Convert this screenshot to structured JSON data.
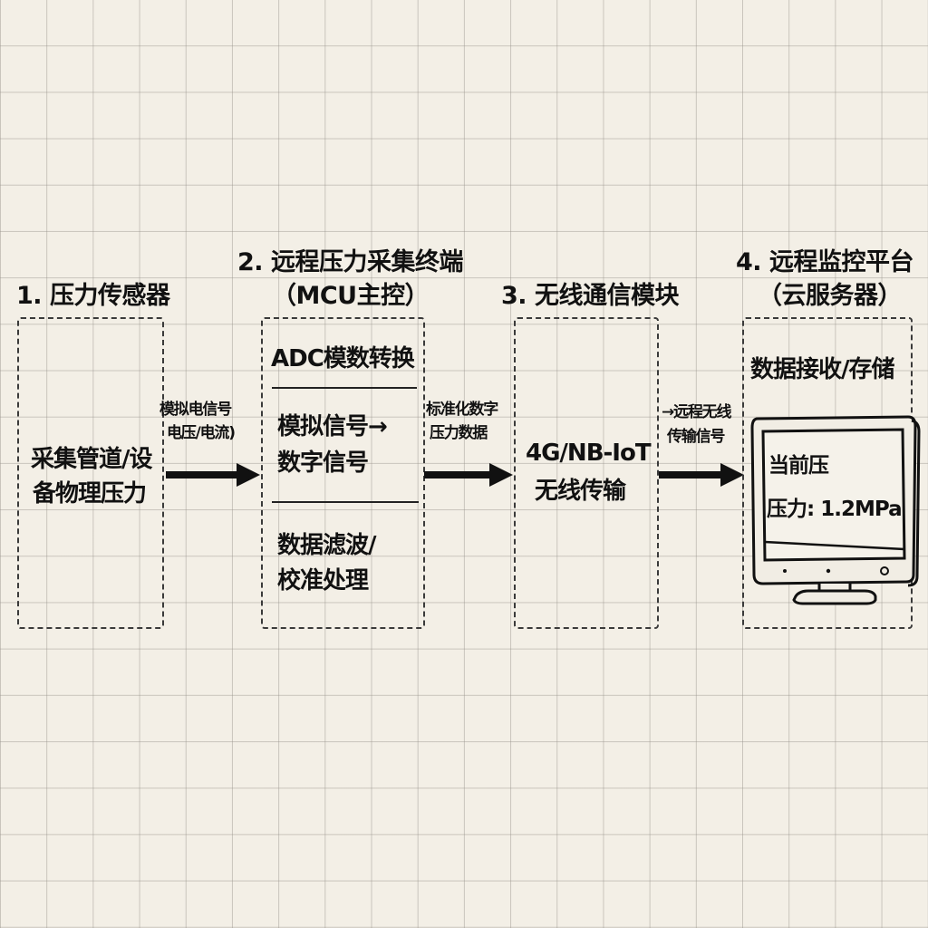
{
  "diagram": {
    "title": "远程压力采集系统流程",
    "colors": {
      "background": "#f3efe6",
      "grid": "#96918a",
      "ink": "#111111"
    },
    "stages": [
      {
        "id": "sensor",
        "title_line1": "1. 压力传感器",
        "content": [
          "采集管道/设",
          "备物理压力"
        ]
      },
      {
        "id": "terminal",
        "title_line1": "2. 远程压力采集终端",
        "title_line2": "（MCU主控）",
        "sections": [
          {
            "lines": [
              "ADC模数转换"
            ]
          },
          {
            "lines": [
              "模拟信号→",
              "数字信号"
            ]
          },
          {
            "lines": [
              "数据滤波/",
              "校准处理"
            ]
          }
        ]
      },
      {
        "id": "wireless",
        "title_line1": "3. 无线通信模块",
        "content": [
          "4G/NB-IoT",
          "无线传输"
        ]
      },
      {
        "id": "platform",
        "title_line1": "4. 远程监控平台",
        "title_line2": "（云服务器）",
        "content": [
          "数据接收/存储"
        ],
        "monitor": {
          "icon": "monitor-icon",
          "screen_line1": "当前压",
          "screen_line2": "压力: 1.2MPa"
        }
      }
    ],
    "connections": [
      {
        "from": "sensor",
        "to": "terminal",
        "label_line1": "模拟电信号",
        "label_line2": "电压/电流)",
        "icon": "arrow-right-icon"
      },
      {
        "from": "terminal",
        "to": "wireless",
        "label_line1": "标准化数字",
        "label_line2": "压力数据",
        "icon": "arrow-right-icon"
      },
      {
        "from": "wireless",
        "to": "platform",
        "label_line1": "→远程无线",
        "label_line2": "传输信号",
        "icon": "arrow-right-icon"
      }
    ]
  }
}
